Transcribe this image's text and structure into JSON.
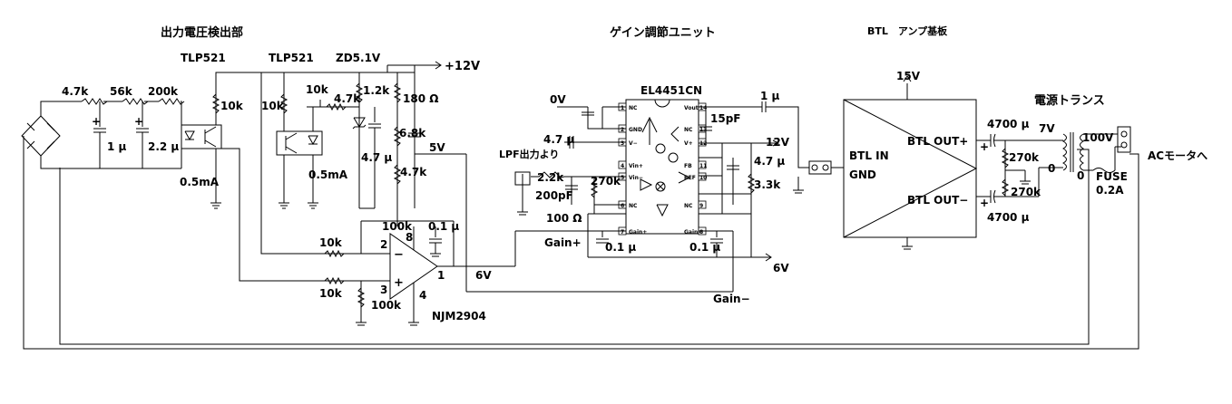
{
  "sections": {
    "voltage_detect": "出力電圧検出部",
    "gain_unit": "ゲイン調節ユニット",
    "btl_board": "BTL　アンプ基板"
  },
  "parts": {
    "tlp1": "TLP521",
    "tlp2": "TLP521",
    "zener": "ZD5.1V",
    "plus12": "+12V",
    "ic_gain": "EL4451CN",
    "v15": "15V",
    "transformer_title": "電源トランス",
    "opamp": "NJM2904",
    "fuse": "FUSE",
    "fuse_val": "0.2A",
    "ac_motor": "ACモータへ"
  },
  "labels": {
    "r47k": "4.7k",
    "r56k": "56k",
    "r200k": "200k",
    "c1u": "1 μ",
    "c22u": "2.2 μ",
    "i05_1": "0.5mA",
    "r10k_a": "10k",
    "r10k_b": "10k",
    "r10k_c": "10k",
    "i05_2": "0.5mA",
    "r47k_b": "4.7k",
    "r12k": "1.2k",
    "r180": "180 Ω",
    "r68k": "6.8k",
    "c47u_a": "4.7 μ",
    "r47k_c": "4.7k",
    "v5": "5V",
    "r100k_a": "100k",
    "c01u_a": "0.1 μ",
    "pin8": "8",
    "pin2": "2",
    "r10k_d": "10k",
    "r10k_e": "10k",
    "pin3": "3",
    "r100k_b": "100k",
    "pin4": "4",
    "pin1": "1",
    "v6_a": "6V",
    "v0": "0V",
    "c47u_b": "4.7 μ",
    "lpf_in": "LPF出力より",
    "r22k": "2.2k",
    "c200p": "200pF",
    "r270k_a": "270k",
    "r100": "100 Ω",
    "gain_p": "Gain+",
    "c01u_b": "0.1 μ",
    "c01u_c": "0.1 μ",
    "gain_m": "Gain−",
    "c1u_b": "1 μ",
    "c15p": "15pF",
    "v12": "12V",
    "c47u_c": "4.7 μ",
    "r33k": "3.3k",
    "v6_b": "6V",
    "btl_in": "BTL IN",
    "gnd": "GND",
    "btl_out_p": "BTL OUT+",
    "btl_out_m": "BTL OUT−",
    "c4700_a": "4700 μ",
    "c4700_b": "4700 μ",
    "v7": "7V",
    "r270k_b": "270k",
    "r270k_c": "270k",
    "zero_a": "0",
    "zero_b": "0",
    "v100": "100V",
    "plus_a": "+",
    "plus_b": "+",
    "plus_c": "+",
    "plus_d": "+",
    "minus_a": "−",
    "plus_e": "+"
  },
  "ic_pins": {
    "left": [
      "NC",
      "GND",
      "V−",
      "Vin+",
      "Vin−",
      "NC",
      "Gain+"
    ],
    "right": [
      "Vout",
      "NC",
      "V+",
      "FB",
      "REF",
      "NC",
      "Gain−"
    ],
    "left_nums": [
      "1",
      "2",
      "3",
      "4",
      "5",
      "6",
      "7"
    ],
    "right_nums": [
      "14",
      "13",
      "12",
      "11",
      "10",
      "9",
      "8"
    ]
  }
}
